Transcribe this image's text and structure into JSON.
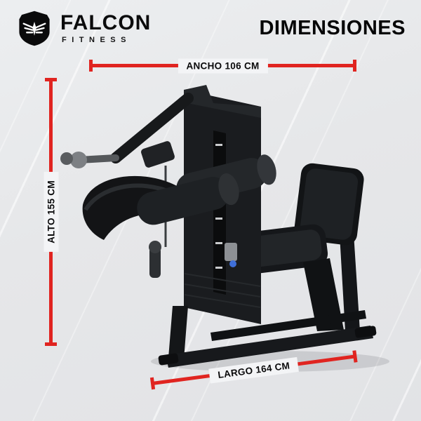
{
  "brand": {
    "name": "FALCON",
    "subtitle": "FITNESS",
    "logo": "falcon-wings-shield-icon"
  },
  "title": "DIMENSIONES",
  "dimensions": {
    "width": {
      "label": "ANCHO 106 CM",
      "value_cm": 106,
      "orientation": "horizontal-top"
    },
    "height": {
      "label": "ALTO 155 CM",
      "value_cm": 155,
      "orientation": "vertical-left"
    },
    "length": {
      "label": "LARGO 164 CM",
      "value_cm": 164,
      "orientation": "diagonal-bottom"
    }
  },
  "illustration": {
    "subject": "leg-extension-curl-gym-machine",
    "color": "#1a1c1f"
  },
  "colors": {
    "accent_red": "#e02420",
    "text_black": "#0a0a0b",
    "background": "#e8e9eb"
  }
}
